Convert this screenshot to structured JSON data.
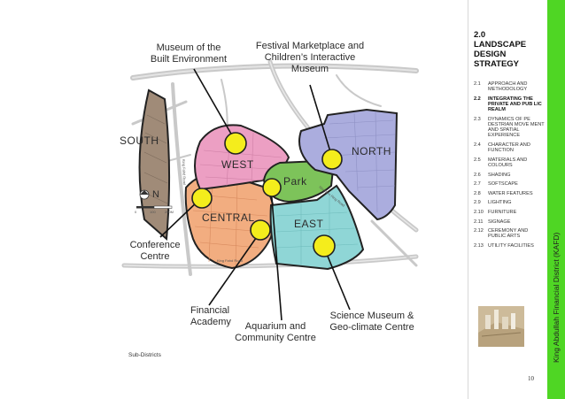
{
  "section": {
    "number": "2.0",
    "title": "LANDSCAPE DESIGN STRATEGY"
  },
  "vertical_title": "King Abdullah Financial District (KAFD)",
  "toc": [
    {
      "num": "2.1",
      "text": "APPROACH AND METHODOLOGY",
      "active": false
    },
    {
      "num": "2.2",
      "text": "INTEGRATING THE PRIVATE AND PUB LIC REALM",
      "active": true
    },
    {
      "num": "2.3",
      "text": "DYNAMICS OF PE DESTRIAN MOVE MENT AND SPATIAL EXPERIENCE",
      "active": false
    },
    {
      "num": "2.4",
      "text": "CHARACTER AND FUNCTION",
      "active": false
    },
    {
      "num": "2.5",
      "text": "MATERIALS AND COLOURS",
      "active": false
    },
    {
      "num": "2.6",
      "text": "SHADING",
      "active": false
    },
    {
      "num": "2.7",
      "text": "SOFTSCAPE",
      "active": false
    },
    {
      "num": "2.8",
      "text": "WATER FEATURES",
      "active": false
    },
    {
      "num": "2.9",
      "text": "LIGHTING",
      "active": false
    },
    {
      "num": "2.10",
      "text": "FURNITURE",
      "active": false
    },
    {
      "num": "2.11",
      "text": "SIGNAGE",
      "active": false
    },
    {
      "num": "2.12",
      "text": "CEREMONY AND PUBLIC ARTS",
      "active": false
    },
    {
      "num": "2.13",
      "text": "UTILITY FACILITIES",
      "active": false
    }
  ],
  "page_number": "10",
  "caption": "Sub-Districts",
  "zones": {
    "south": "SOUTH",
    "west": "WEST",
    "central": "CENTRAL",
    "park": "Park",
    "east": "EAST",
    "north": "NORTH"
  },
  "callouts": {
    "museum_built_1": "Museum of the",
    "museum_built_2": "Built Environment",
    "festival_1": "Festival Marketplace and",
    "festival_2": "Children’s Interactive",
    "festival_3": "Museum",
    "conference_1": "Conference",
    "conference_2": "Centre",
    "financial_1": "Financial",
    "financial_2": "Academy",
    "aquarium_1": "Aquarium and",
    "aquarium_2": "Community Centre",
    "science_1": "Science Museum &",
    "science_2": "Geo-climate Centre"
  },
  "compass": {
    "north": "N"
  },
  "scale": {
    "start": "0",
    "mid": "100",
    "end": "200M"
  },
  "road_labels": {
    "king_fahd": "King Fahd Road",
    "west_road": "King Fahd Road",
    "ring": "Northern Ring Road"
  },
  "colors": {
    "south": "#a08b78",
    "west": "#ec9fc3",
    "central": "#f2ad80",
    "park": "#7dc35a",
    "east": "#8fd6d6",
    "north": "#abadde",
    "marker": "#f4ed1c",
    "accent_green": "#4fd624"
  }
}
